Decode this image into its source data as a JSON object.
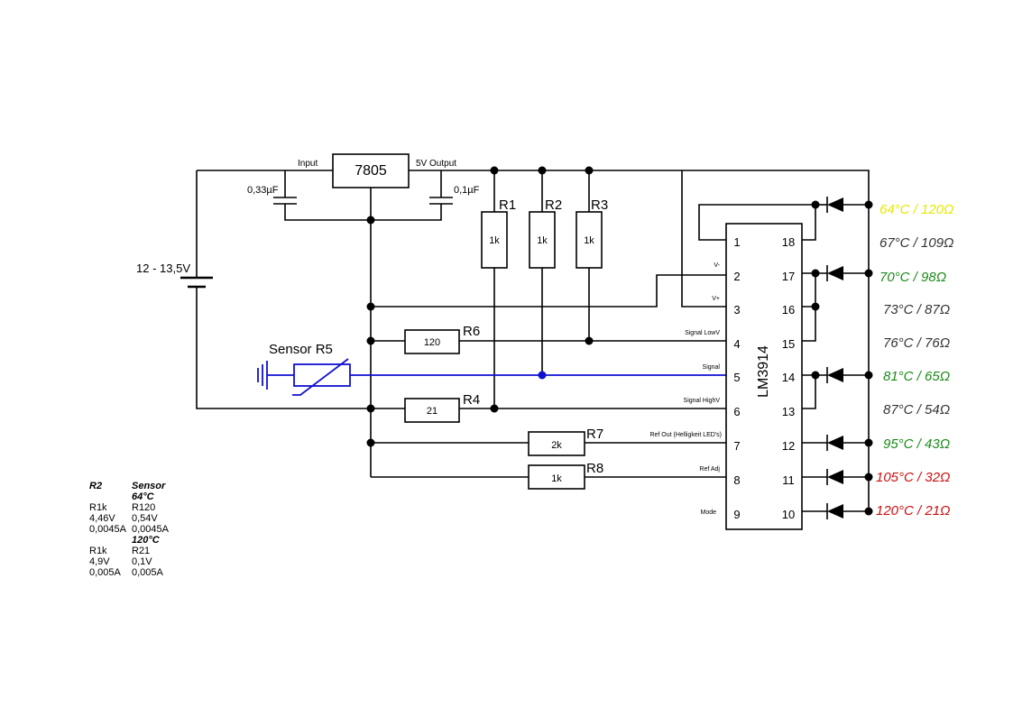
{
  "components": {
    "regulator": "7805",
    "regulator_input": "Input",
    "regulator_output": "5V Output",
    "cap_in": "0,33µF",
    "cap_out": "0,1µF",
    "battery": "12 - 13,5V",
    "sensor": "Sensor R5",
    "ic": "LM3914",
    "r1_name": "R1",
    "r1_value": "1k",
    "r2_name": "R2",
    "r2_value": "1k",
    "r3_name": "R3",
    "r3_value": "1k",
    "r6_name": "R6",
    "r6_value": "120",
    "r4_name": "R4",
    "r4_value": "21",
    "r7_name": "R7",
    "r7_value": "2k",
    "r8_name": "R8",
    "r8_value": "1k"
  },
  "pin_signals": {
    "v_minus": "V-",
    "v_plus": "V+",
    "signal_low": "Signal LowV",
    "signal": "Signal",
    "signal_high": "Signal HighV",
    "ref_out": "Ref Out (Helligkeit LED's)",
    "ref_adj": "Ref Adj",
    "mode": "Mode"
  },
  "pins_left": [
    "1",
    "2",
    "3",
    "4",
    "5",
    "6",
    "7",
    "8",
    "9"
  ],
  "pins_right": [
    "18",
    "17",
    "16",
    "15",
    "14",
    "13",
    "12",
    "11",
    "10"
  ],
  "temperatures": [
    {
      "label": "64°C / 120Ω",
      "color": "#e8e800"
    },
    {
      "label": "67°C / 109Ω",
      "color": "#333333"
    },
    {
      "label": "70°C / 98Ω",
      "color": "#1a8a1a"
    },
    {
      "label": "73°C / 87Ω",
      "color": "#333333"
    },
    {
      "label": "76°C / 76Ω",
      "color": "#333333"
    },
    {
      "label": "81°C / 65Ω",
      "color": "#1a8a1a"
    },
    {
      "label": "87°C / 54Ω",
      "color": "#333333"
    },
    {
      "label": "95°C / 43Ω",
      "color": "#1a8a1a"
    },
    {
      "label": "105°C / 32Ω",
      "color": "#cc1010"
    },
    {
      "label": "120°C / 21Ω",
      "color": "#cc1010"
    }
  ],
  "legend": {
    "col1_header": "R2",
    "col2_header": "Sensor",
    "rows": [
      [
        "",
        "64°C"
      ],
      [
        "R1k",
        "R120"
      ],
      [
        "4,46V",
        "0,54V"
      ],
      [
        "0,0045A",
        "0,0045A"
      ],
      [
        "",
        "120°C"
      ],
      [
        "R1k",
        "R21"
      ],
      [
        "4,9V",
        "0,1V"
      ],
      [
        "0,005A",
        "0,005A"
      ]
    ]
  },
  "colors": {
    "wire": "#000000",
    "sensor_wire": "#1010d0"
  }
}
